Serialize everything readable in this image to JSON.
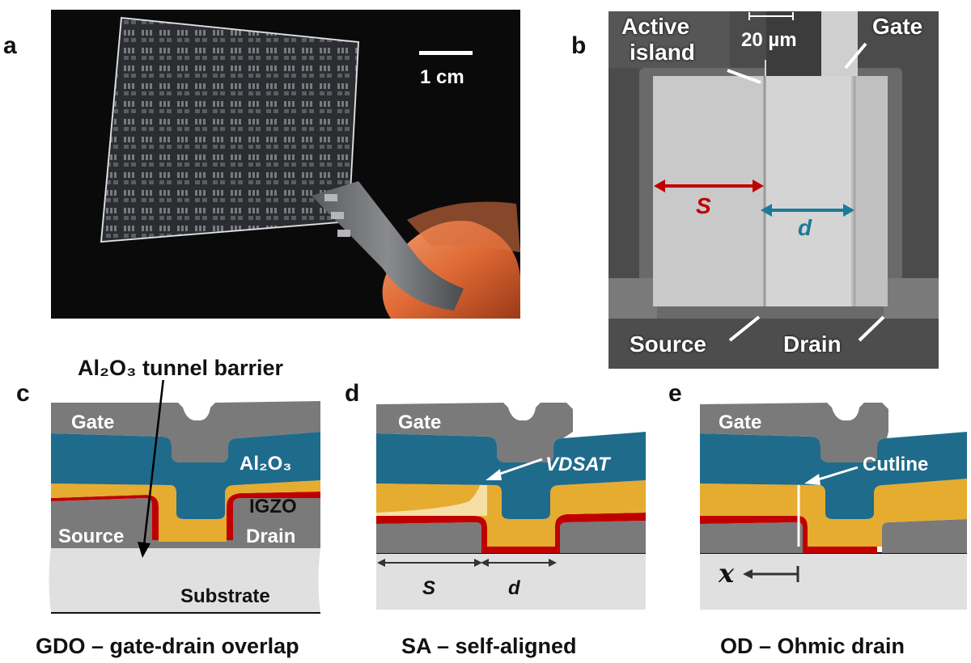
{
  "panels": {
    "a": {
      "letter": "a",
      "scale_bar": "1 cm"
    },
    "b": {
      "letter": "b",
      "scale_bar": "20 µm",
      "labels": {
        "active_island_line1": "Active",
        "active_island_line2": "island",
        "gate": "Gate",
        "source": "Source",
        "drain": "Drain",
        "s": "S",
        "d": "d"
      }
    },
    "c": {
      "letter": "c",
      "title": "Al₂O₃ tunnel barrier",
      "labels": {
        "gate": "Gate",
        "al2o3": "Al₂O₃",
        "igzo": "IGZO",
        "source": "Source",
        "drain": "Drain",
        "substrate": "Substrate"
      },
      "caption": "GDO – gate-drain overlap"
    },
    "d": {
      "letter": "d",
      "labels": {
        "gate": "Gate",
        "vdsat": "VDSAT",
        "s": "S",
        "d": "d"
      },
      "caption": "SA – self-aligned"
    },
    "e": {
      "letter": "e",
      "labels": {
        "gate": "Gate",
        "cutline": "Cutline",
        "x": "x"
      },
      "caption": "OD – Ohmic drain"
    }
  },
  "colors": {
    "gate": "#7a7a7a",
    "al2o3": "#1f6b8c",
    "igzo": "#e6ac2f",
    "barrier": "#c00000",
    "substrate": "#e0e0e0",
    "arrow_s": "#c00000",
    "arrow_d": "#1c7a99"
  }
}
